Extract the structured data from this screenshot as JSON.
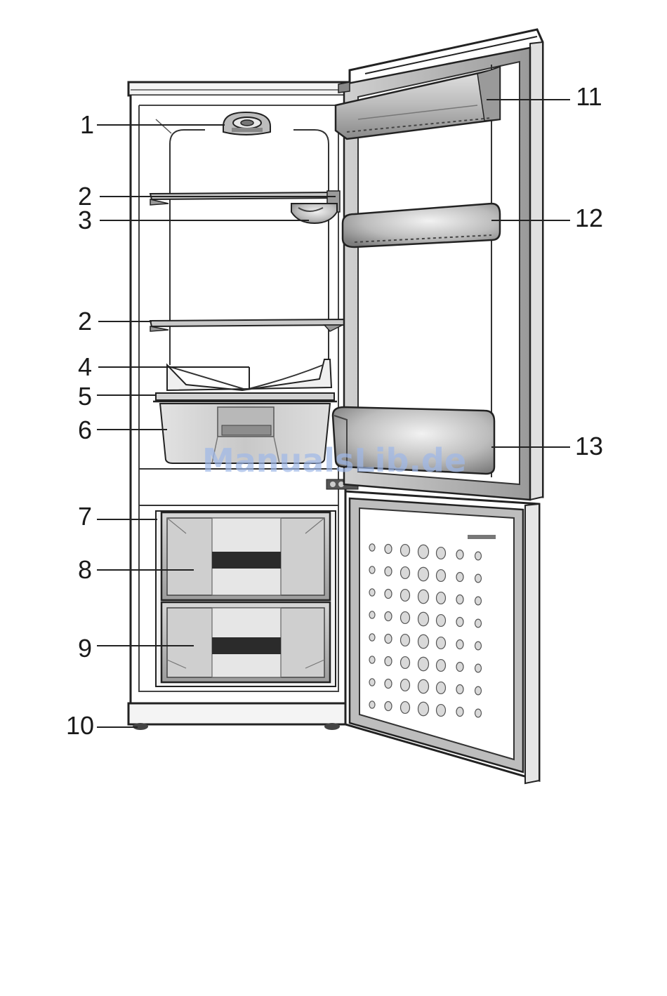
{
  "watermark": "ManualsLib.de",
  "callouts": [
    {
      "id": "c1",
      "label": "1"
    },
    {
      "id": "c2a",
      "label": "2"
    },
    {
      "id": "c3",
      "label": "3"
    },
    {
      "id": "c2b",
      "label": "2"
    },
    {
      "id": "c4",
      "label": "4"
    },
    {
      "id": "c5",
      "label": "5"
    },
    {
      "id": "c6",
      "label": "6"
    },
    {
      "id": "c7",
      "label": "7"
    },
    {
      "id": "c8",
      "label": "8"
    },
    {
      "id": "c9",
      "label": "9"
    },
    {
      "id": "c10",
      "label": "10"
    },
    {
      "id": "c11",
      "label": "11"
    },
    {
      "id": "c12",
      "label": "12"
    },
    {
      "id": "c13",
      "label": "13"
    }
  ]
}
